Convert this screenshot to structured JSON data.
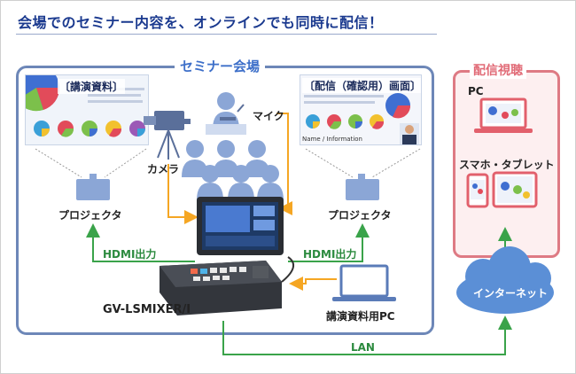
{
  "title": "会場でのセミナー内容を、オンラインでも同時に配信！",
  "venue": {
    "label": "セミナー会場",
    "slide_left_title": "〔講演資料〕",
    "slide_right_title": "〔配信（確認用）画面〕",
    "slide_right_caption": "Name / Information",
    "mic_label": "マイク",
    "camera_label": "カメラ",
    "projector_left_label": "プロジェクタ",
    "projector_right_label": "プロジェクタ",
    "hdmi_left_label": "HDMI出力",
    "hdmi_right_label": "HDMI出力",
    "device_label": "GV-LSMIXER/I",
    "pc_label": "講演資料用PC"
  },
  "viewing": {
    "label": "配信視聴",
    "pc_label": "PC",
    "mobile_label": "スマホ・タブレット"
  },
  "network": {
    "internet_label": "インターネット",
    "lan_label": "LAN"
  },
  "colors": {
    "title": "#1b3a8f",
    "venue_border": "#6d87b8",
    "venue_label": "#3d6fc9",
    "view_border": "#de7a84",
    "view_label": "#e16a76",
    "orange_arrow": "#f5a623",
    "green_arrow": "#3aa34a",
    "cloud": "#5b8fd6",
    "people": "#8ba6d6"
  }
}
